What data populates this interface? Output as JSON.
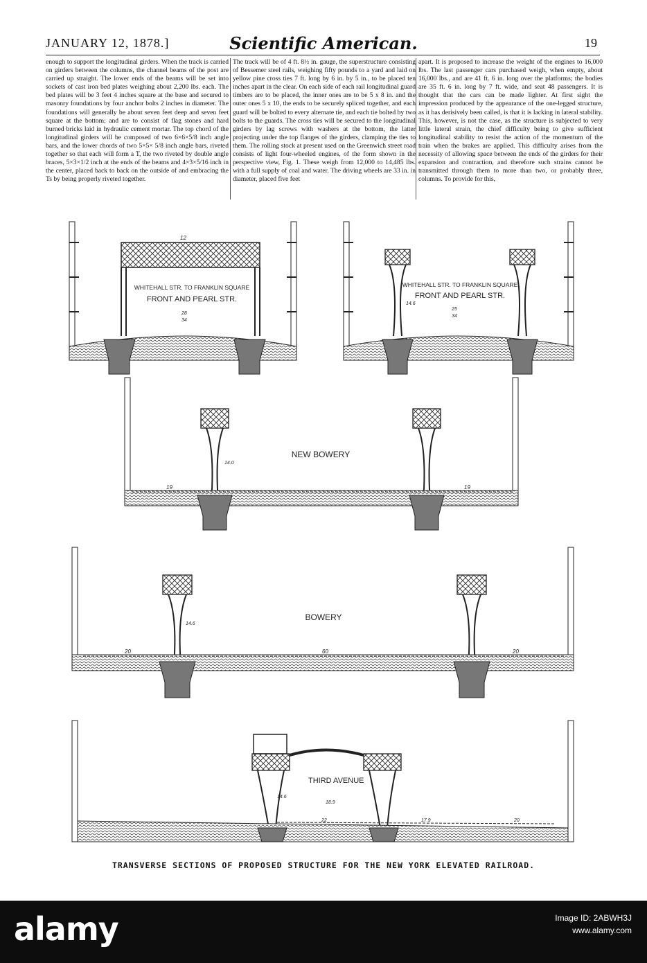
{
  "header": {
    "date": "JANUARY 12, 1878.]",
    "masthead": "Scientific American.",
    "page_number": "19"
  },
  "columns": [
    "enough to support the longitudinal girders. When the track is carried on girders between the columns, the channel beams of the post are carried up straight. The lower ends of the beams will be set into sockets of cast iron bed plates weighing about 2,200 lbs. each. The bed plates will be 3 feet 4 inches square at the base and secured to masonry foundations by four anchor bolts 2 inches in diameter. The foundations will generally be about seven feet deep and seven feet square at the bottom; and are to consist of flag stones and hard burned bricks laid in hydraulic cement mortar. The top chord of the longitudinal girders will be composed of two 6×6×5/8 inch angle bars, and the lower chords of two 5×5× 5/8 inch angle bars, riveted together so that each will form a T, the two riveted by double angle braces, 5×3×1/2 inch at the ends of the beams and 4×3×5/16 inch in the center, placed back to back on the outside of and embracing the Ts by being properly riveted together.",
    "The track will be of 4 ft. 8½ in. gauge, the superstructure consisting of Bessemer steel rails, weighing fifty pounds to a yard and laid on yellow pine cross ties 7 ft. long by 6 in. by 5 in., to be placed ten inches apart in the clear. On each side of each rail longitudinal guard timbers are to be placed, the inner ones are to be 5 x 8 in. and the outer ones 5 x 10, the ends to be securely spliced together, and each guard will be bolted to every alternate tie, and each tie bolted by two bolts to the guards. The cross ties will be secured to the longitudinal girders by lag screws with washers at the bottom, the latter projecting under the top flanges of the girders, clamping the ties to them. The rolling stock at present used on the Greenwich street road consists of light four-wheeled engines, of the form shown in the perspective view, Fig. 1. These weigh from 12,000 to 14,485 lbs. with a full supply of coal and water. The driving wheels are 33 in. in diameter, placed five feet",
    "apart. It is proposed to increase the weight of the engines to 16,000 lbs. The last passenger cars purchased weigh, when empty, about 16,000 lbs., and are 41 ft. 6 in. long over the platforms; the bodies are 35 ft. 6 in. long by 7 ft. wide, and seat 48 passengers. It is thought that the cars can be made lighter. At first sight the impression produced by the appearance of the one-legged structure, as it has derisively been called, is that it is lacking in lateral stability. This, however, is not the case, as the structure is subjected to very little lateral strain, the chief difficulty being to give sufficient longitudinal stability to resist the action of the momentum of the train when the brakes are applied. This difficulty arises from the necessity of allowing space between the ends of the girders for their expansion and contraction, and therefore such strains cannot be transmitted through them to more than two, or probably three, columns. To provide for this,"
  ],
  "figures": {
    "fig1": {
      "line1": "WHITEHALL STR. TO FRANKLIN SQUARE",
      "line2": "FRONT AND PEARL STR.",
      "dim_top": "12",
      "dim_a": "28",
      "dim_b": "34"
    },
    "fig2": {
      "line1": "WHITEHALL STR. TO FRANKLIN SQUARE",
      "line2": "FRONT AND PEARL STR.",
      "dim_a": "25",
      "dim_b": "34",
      "dim_h": "14.6"
    },
    "fig3": {
      "title": "NEW BOWERY",
      "dim_left": "19",
      "dim_right": "19",
      "dim_h": "14.0"
    },
    "fig4": {
      "title": "BOWERY",
      "dim_left": "20",
      "dim_mid": "60",
      "dim_right": "20",
      "dim_h": "14.6"
    },
    "fig5": {
      "title": "THIRD AVENUE",
      "dim_a": "22",
      "dim_b": "17.9",
      "dim_c": "20",
      "dim_h1": "14.6",
      "dim_h2": "18.9"
    }
  },
  "caption": "TRANSVERSE SECTIONS OF PROPOSED STRUCTURE FOR THE NEW YORK ELEVATED RAILROAD.",
  "footer": {
    "brand": "alamy",
    "image_id_line": "Image ID: 2ABWH3J",
    "url": "www.alamy.com"
  }
}
